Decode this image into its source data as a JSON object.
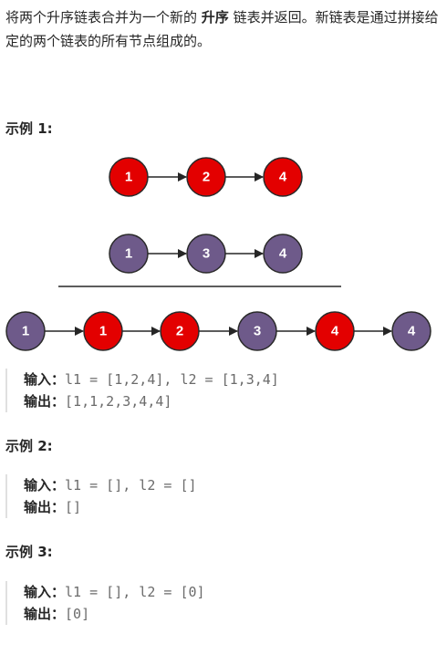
{
  "intro": {
    "part1": "将两个升序链表合并为一个新的 ",
    "bold": "升序",
    "part2": " 链表并返回。新链表是通过拼接给定的两个链表的所有节点组成的。"
  },
  "colors": {
    "red": "#e30000",
    "purple": "#6e5a8a",
    "line": "#262626"
  },
  "example1": {
    "title": "示例 1:",
    "list1": [
      1,
      2,
      4
    ],
    "list2": [
      1,
      3,
      4
    ],
    "merged": [
      {
        "v": 1,
        "c": "purple"
      },
      {
        "v": 1,
        "c": "red"
      },
      {
        "v": 2,
        "c": "red"
      },
      {
        "v": 3,
        "c": "purple"
      },
      {
        "v": 4,
        "c": "red"
      },
      {
        "v": 4,
        "c": "purple"
      }
    ],
    "input_label": "输入：",
    "input": "l1 = [1,2,4], l2 = [1,3,4]",
    "output_label": "输出：",
    "output": "[1,1,2,3,4,4]"
  },
  "example2": {
    "title": "示例 2:",
    "input_label": "输入：",
    "input": "l1 = [], l2 = []",
    "output_label": "输出：",
    "output": "[]"
  },
  "example3": {
    "title": "示例 3:",
    "input_label": "输入：",
    "input": "l1 = [], l2 = [0]",
    "output_label": "输出：",
    "output": "[0]"
  }
}
